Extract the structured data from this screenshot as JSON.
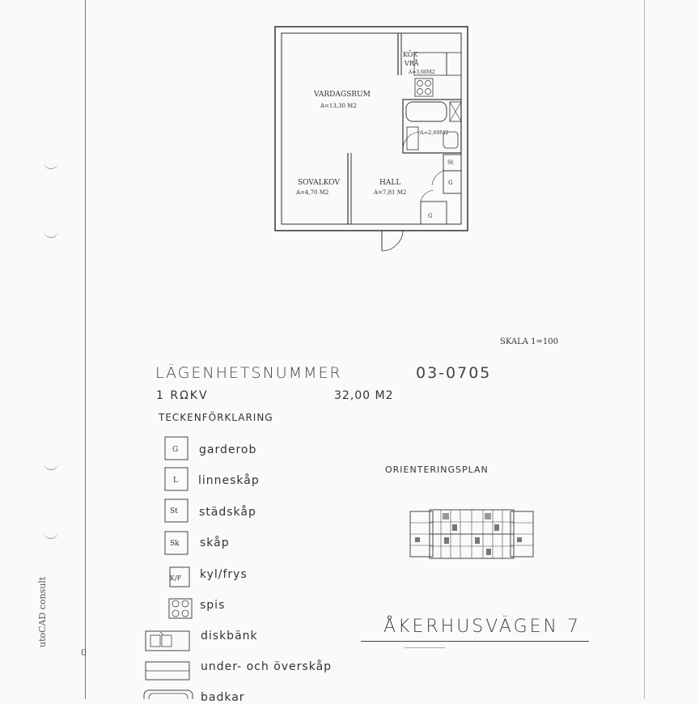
{
  "plan": {
    "rooms": [
      {
        "name": "KÖK",
        "name2": "VRÅ",
        "area": "A=3,60M2"
      },
      {
        "name": "VARDAGSRUM",
        "area": "A=13,30 M2"
      },
      {
        "area": "A=2,69M2"
      },
      {
        "name": "SOVALKOV",
        "area": "A=4,70 M2"
      },
      {
        "name": "HALL",
        "area": "A=7,81 M2"
      }
    ],
    "symbols": {
      "st": "St",
      "g": "G"
    }
  },
  "scale": "SKALA 1=100",
  "apartment": {
    "number_label": "LÄGENHETSNUMMER",
    "number": "03-0705",
    "type": "1 RΩKV",
    "area": "32,00 M2"
  },
  "legend": {
    "title": "TECKENFÖRKLARING",
    "items": [
      {
        "symbol": "G",
        "label": "garderob"
      },
      {
        "symbol": "L",
        "label": "linneskåp"
      },
      {
        "symbol": "St",
        "label": "städskåp"
      },
      {
        "symbol": "Sk",
        "label": "skåp"
      },
      {
        "symbol": "K/F",
        "label": "kyl/frys"
      },
      {
        "symbol": "",
        "label": "spis"
      },
      {
        "symbol": "",
        "label": "diskbänk"
      },
      {
        "symbol": "",
        "label": "under- och överskåp"
      },
      {
        "symbol": "",
        "label": "badkar"
      }
    ]
  },
  "orientation_label": "ORIENTERINGSPLAN",
  "address": "ÅKERHUSVÄGEN 7",
  "side_text": {
    "line1": "utoCAD consult",
    "line2": "0"
  }
}
